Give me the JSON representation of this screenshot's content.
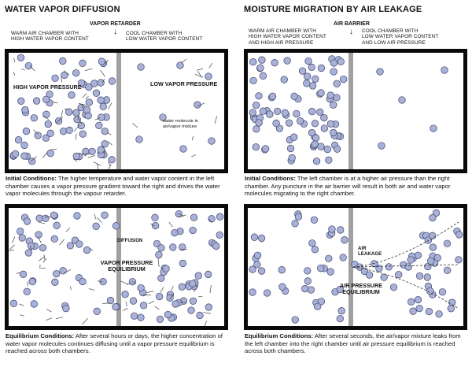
{
  "left": {
    "title": "WATER VAPOR DIFFUSION",
    "retarder_label": "VAPOR RETARDER",
    "warm_chamber": [
      "WARM AIR CHAMBER WITH",
      "HIGH WATER VAPOR CONTENT"
    ],
    "cool_chamber": [
      "COOL CHAMBER WITH",
      "LOW WATER VAPOR CONTENT"
    ],
    "panel1": {
      "high_label": "HIGH VAPOR PRESSURE",
      "low_label": "LOW VAPOR PRESSURE",
      "molecule_note": [
        "water molecule in",
        "air/vapor mixture"
      ]
    },
    "caption1": {
      "lead": "Initial Conditions:",
      "text": "The higher temperature and water vapor content in the left chamber causes a vapor pressure gradient toward the right and drives the water vapor molecules through the vapour retarder."
    },
    "panel2": {
      "diffusion_label": "DIFFUSION",
      "equilibrium_label": [
        "VAPOR PRESSURE",
        "EQUILIBRIUM"
      ]
    },
    "caption2": {
      "lead": "Equilibrium Conditions:",
      "text": "After several hours or days, the higher concentration of water vapor molecules continues diffusing until a vapor pressure equilibrium is reached across both chambers."
    }
  },
  "right": {
    "title": "MOISTURE MIGRATION BY AIR LEAKAGE",
    "barrier_label": "AIR BARRIER",
    "warm_chamber": [
      "WARM AIR CHAMBER WITH",
      "HIGH WATER VAPOR CONTENT",
      "AND HIGH AIR PRESSURE"
    ],
    "cool_chamber": [
      "COOL CHAMBER WITH",
      "LOW WATER VAPOR CONTENT",
      "AND LOW AIR PRESSURE"
    ],
    "caption1": {
      "lead": "Initial Conditions:",
      "text": "The left chamber is at a higher air pressure than the right chamber. Any puncture in the air barrier will result in both air and water vapor molecules migrating to the right chamber."
    },
    "panel2": {
      "leakage_label": [
        "AIR",
        "LEAKAGE"
      ],
      "equilibrium_label": [
        "AIR PRESSURE",
        "EQUILIBRIUM"
      ]
    },
    "caption2": {
      "lead": "Equilibrium Conditions:",
      "text": "After several seconds, the air/vapor mixture leaks from the left chamber into the right chamber until air pressure equilibrium is reached across both chambers."
    }
  },
  "colors": {
    "molecule_fill": "#a9b1d6",
    "molecule_stroke": "#3e4570",
    "frame": "#0a0a0a",
    "retarder": "#a0a0a0"
  }
}
